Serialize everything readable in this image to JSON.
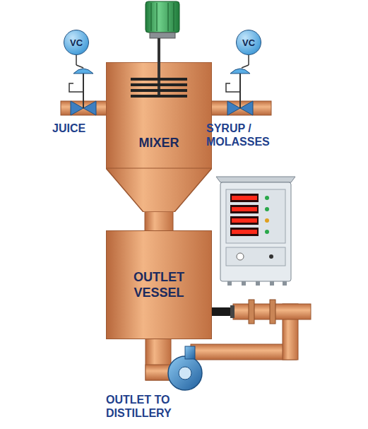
{
  "diagram": {
    "nodes": [
      {
        "text": [
          "VC"
        ]
      },
      {
        "text": [
          "VC"
        ]
      },
      {
        "text": [
          "MIXER"
        ]
      },
      {
        "text": [
          "OUTLET VESSEL"
        ]
      }
    ],
    "edges": [
      {
        "from": 2,
        "to": 3,
        "arrow": "none"
      }
    ],
    "labels": [
      "JUICE",
      "SYRUP / MOLASSES",
      "OUTLET TO DISTILLERY"
    ]
  }
}
